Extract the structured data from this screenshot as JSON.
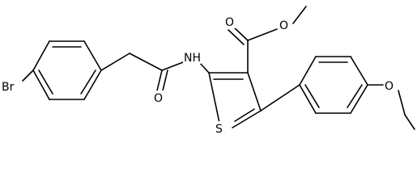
{
  "molecule": {
    "atoms": {
      "br": "Br",
      "nh": "NH",
      "o_amide": "O",
      "s": "S",
      "o_carbonyl": "O",
      "o_ester": "O",
      "o_ether": "O"
    }
  },
  "colors": {
    "bond": "#000000",
    "background": "#ffffff"
  }
}
